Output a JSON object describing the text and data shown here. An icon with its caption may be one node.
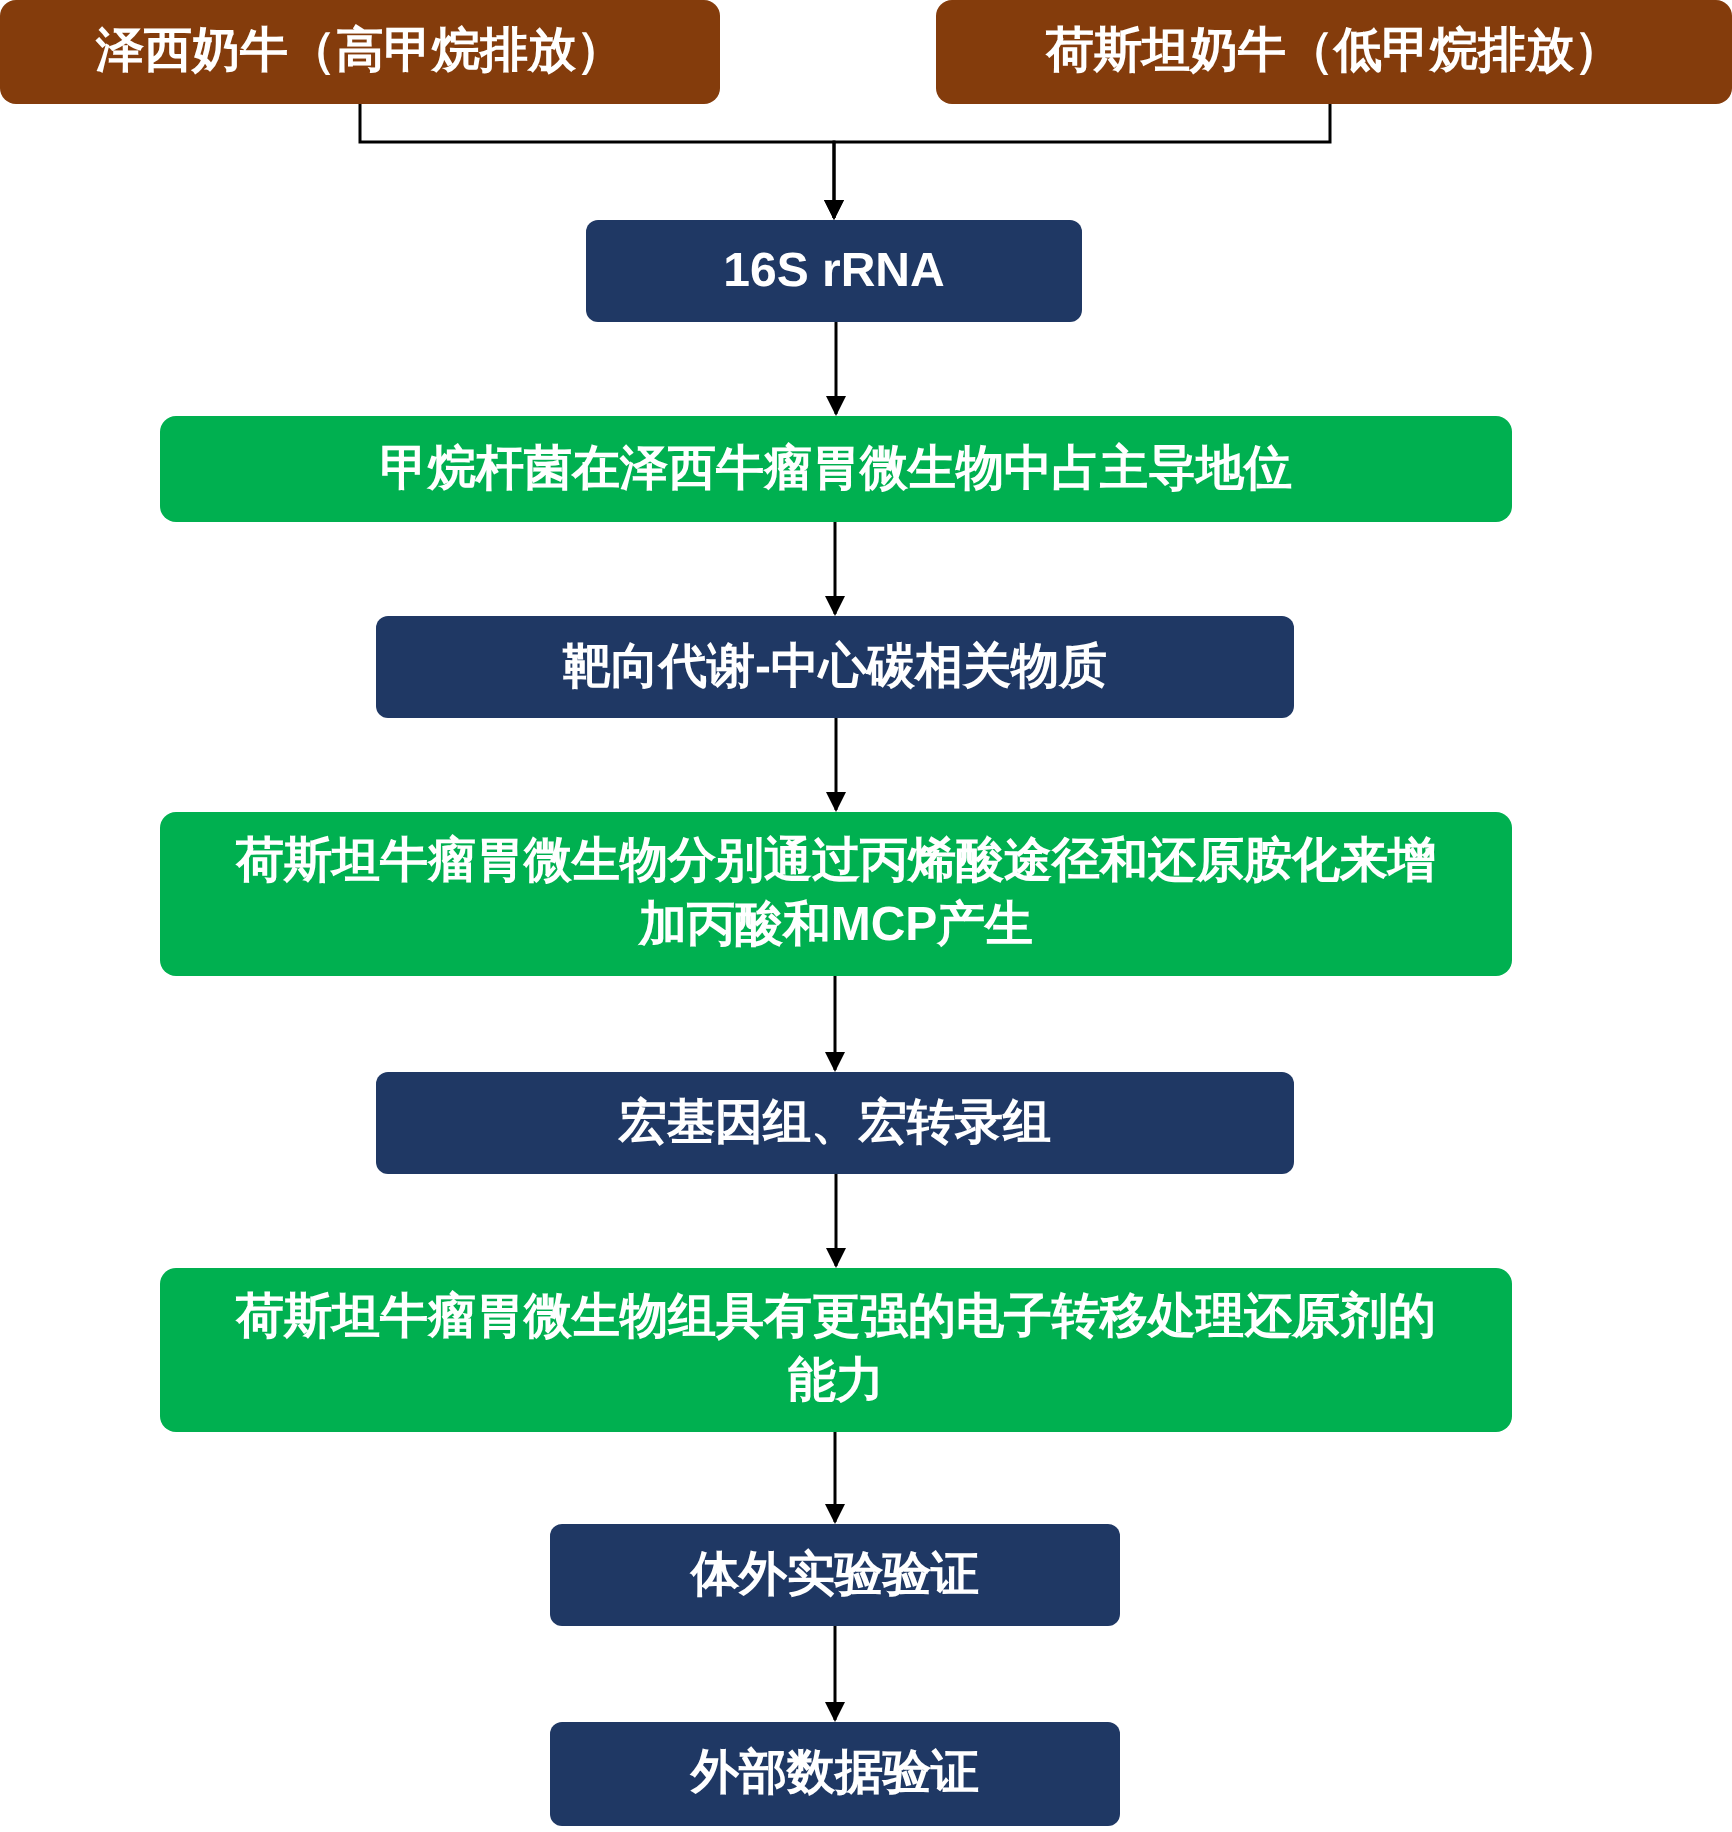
{
  "diagram": {
    "nodes": [
      {
        "text": [
          "泽西奶牛（高甲烷排放）"
        ]
      },
      {
        "text": [
          "荷斯坦奶牛（低甲烷排放）"
        ]
      },
      {
        "text": [
          "16S rRNA"
        ]
      },
      {
        "text": [
          "甲烷杆菌在泽西牛瘤胃微生物中占主导地位"
        ]
      },
      {
        "text": [
          "靶向代谢-中心碳相关物质"
        ]
      },
      {
        "text": [
          "荷斯坦牛瘤胃微生物分别通过丙烯酸途径和还原胺化来增加丙酸和MCP产生"
        ]
      },
      {
        "text": [
          "宏基因组、宏转录组"
        ]
      },
      {
        "text": [
          "荷斯坦牛瘤胃微生物组具有更强的电子转移处理还原剂的能力"
        ]
      },
      {
        "text": [
          "体外实验验证"
        ]
      },
      {
        "text": [
          "外部数据验证"
        ]
      }
    ],
    "edges": [
      {
        "from": 0,
        "to": 2,
        "arrow": "to"
      },
      {
        "from": 1,
        "to": 2,
        "arrow": "to"
      },
      {
        "from": 2,
        "to": 3,
        "arrow": "to"
      },
      {
        "from": 3,
        "to": 4,
        "arrow": "to"
      },
      {
        "from": 4,
        "to": 5,
        "arrow": "to"
      },
      {
        "from": 5,
        "to": 6,
        "arrow": "to"
      },
      {
        "from": 6,
        "to": 7,
        "arrow": "to"
      },
      {
        "from": 7,
        "to": 8,
        "arrow": "to"
      },
      {
        "from": 8,
        "to": 9,
        "arrow": "to"
      }
    ]
  }
}
